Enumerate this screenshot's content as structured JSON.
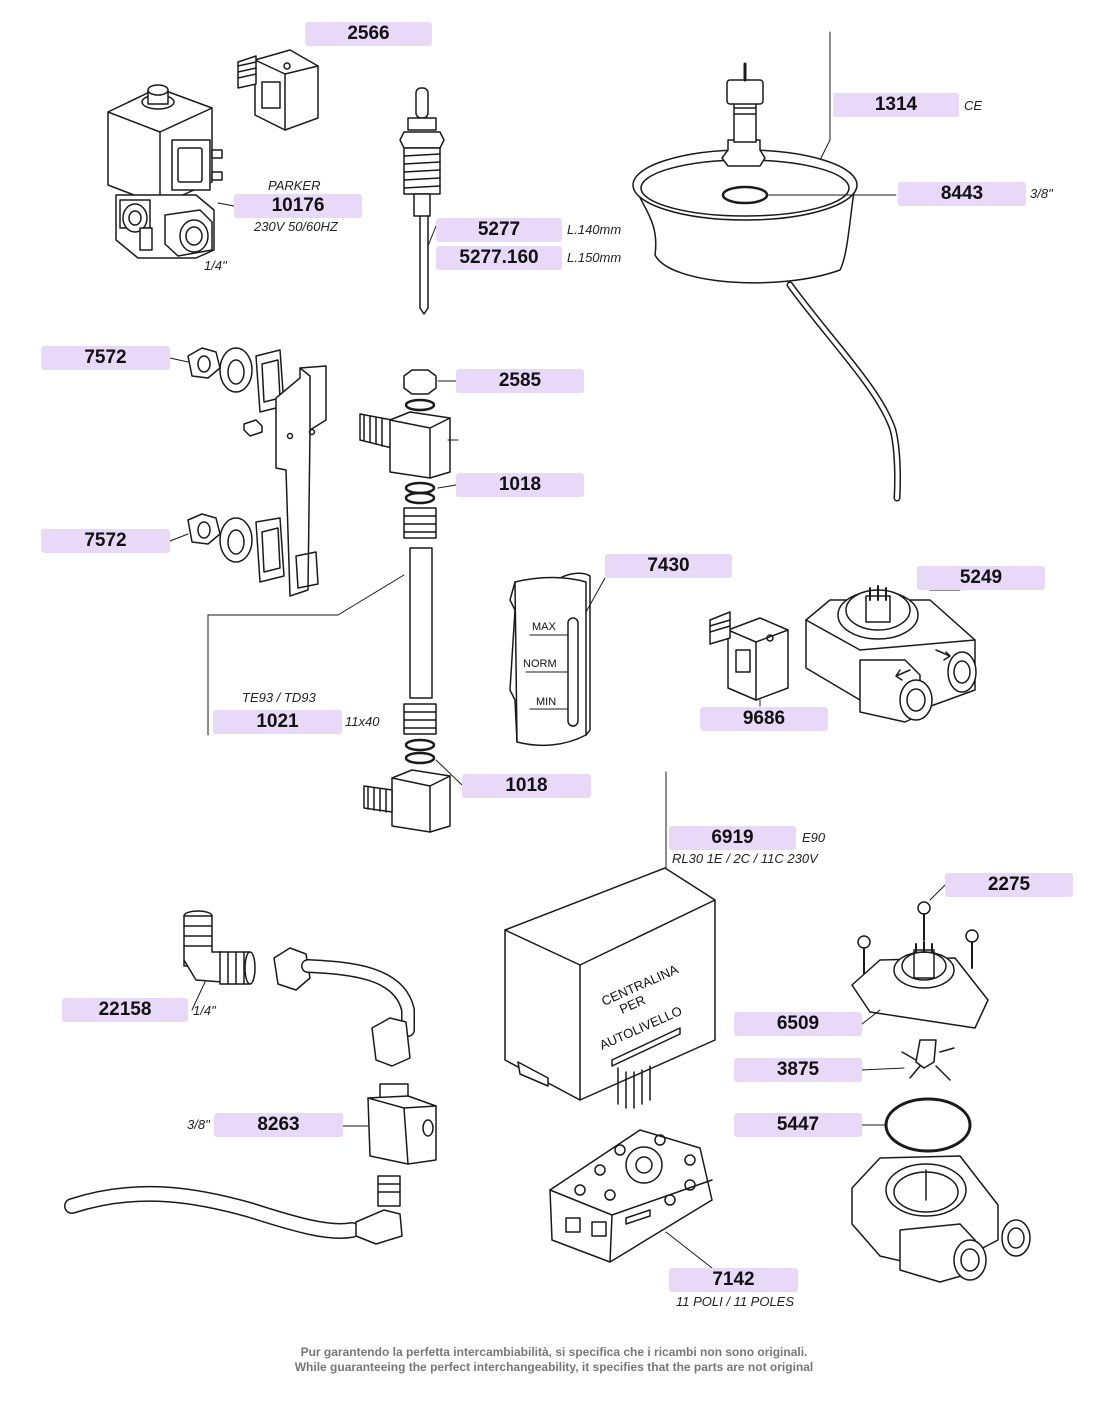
{
  "accent_color": "#e9d9f8",
  "parts": {
    "p2566": {
      "code": "2566"
    },
    "p10176": {
      "code": "10176",
      "above": "PARKER",
      "below": "230V 50/60HZ",
      "thread": "1/4\""
    },
    "p5277": {
      "code": "5277",
      "note": "L.140mm"
    },
    "p5277_160": {
      "code": "5277.160",
      "note": "L.150mm"
    },
    "p1314": {
      "code": "1314",
      "note": "CE"
    },
    "p8443": {
      "code": "8443",
      "note": "3/8\""
    },
    "p7572_top": {
      "code": "7572"
    },
    "p2585": {
      "code": "2585"
    },
    "p1018_top": {
      "code": "1018"
    },
    "p7572_bottom": {
      "code": "7572"
    },
    "p7430": {
      "code": "7430",
      "gauge_levels": [
        "MAX",
        "NORM",
        "MIN"
      ]
    },
    "p5249": {
      "code": "5249"
    },
    "p9686": {
      "code": "9686"
    },
    "p1021": {
      "code": "1021",
      "above": "TE93 / TD93",
      "note": "11x40"
    },
    "p1018_bottom": {
      "code": "1018"
    },
    "p6919": {
      "code": "6919",
      "note": "E90",
      "below": "RL30 1E / 2C / 11C 230V",
      "print_lines": [
        "CENTRALINA",
        "PER",
        "AUTOLIVELLO"
      ]
    },
    "p2275": {
      "code": "2275"
    },
    "p22158": {
      "code": "22158",
      "note": "1/4\""
    },
    "p6509": {
      "code": "6509"
    },
    "p3875": {
      "code": "3875"
    },
    "p8263": {
      "code": "8263",
      "note": "3/8\""
    },
    "p5447": {
      "code": "5447"
    },
    "p7142": {
      "code": "7142",
      "below": "11 POLI / 11 POLES"
    }
  },
  "footer": {
    "line_it": "Pur garantendo la perfetta intercambiabilità, si specifica che i ricambi non sono originali.",
    "line_en": "While guaranteeing the perfect interchangeability, it specifies that the parts are not original"
  }
}
